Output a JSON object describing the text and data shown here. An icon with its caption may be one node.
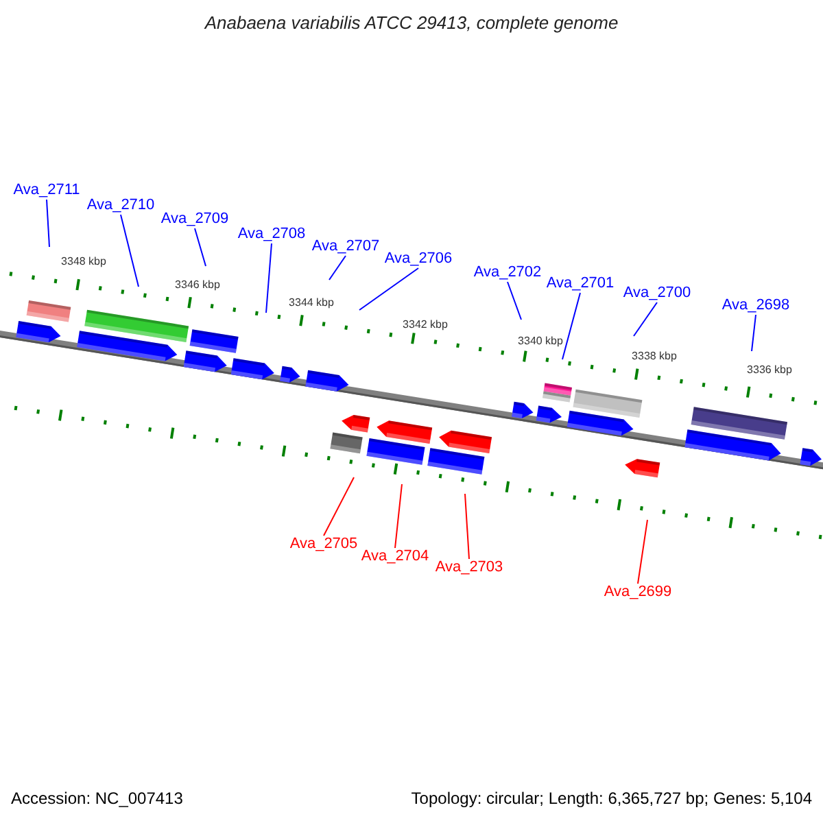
{
  "diagram": {
    "title": "Anabaena variabilis ATCC 29413, complete genome",
    "nodes": [
      {
        "text": [
          "Ava_2711"
        ]
      },
      {
        "text": [
          "Ava_2710"
        ]
      },
      {
        "text": [
          "Ava_2709"
        ]
      },
      {
        "text": [
          "Ava_2708"
        ]
      },
      {
        "text": [
          "Ava_2707"
        ]
      },
      {
        "text": [
          "Ava_2706"
        ]
      },
      {
        "text": [
          "Ava_2702"
        ]
      },
      {
        "text": [
          "Ava_2701"
        ]
      },
      {
        "text": [
          "Ava_2700"
        ]
      },
      {
        "text": [
          "Ava_2698"
        ]
      },
      {
        "text": [
          "Ava_2705"
        ]
      },
      {
        "text": [
          "Ava_2704"
        ]
      },
      {
        "text": [
          "Ava_2703"
        ]
      },
      {
        "text": [
          "Ava_2699"
        ]
      }
    ],
    "edges": [
      {
        "from": 0,
        "to": null,
        "arrow": "none"
      },
      {
        "from": 1,
        "to": null,
        "arrow": "none"
      },
      {
        "from": 2,
        "to": null,
        "arrow": "none"
      },
      {
        "from": 3,
        "to": null,
        "arrow": "none"
      },
      {
        "from": 4,
        "to": null,
        "arrow": "none"
      },
      {
        "from": 5,
        "to": null,
        "arrow": "none"
      },
      {
        "from": 6,
        "to": null,
        "arrow": "none"
      },
      {
        "from": 7,
        "to": null,
        "arrow": "none"
      },
      {
        "from": 8,
        "to": null,
        "arrow": "none"
      },
      {
        "from": 9,
        "to": null,
        "arrow": "none"
      },
      {
        "from": 10,
        "to": null,
        "arrow": "none",
        "color": "#ff0000"
      },
      {
        "from": 11,
        "to": null,
        "arrow": "none",
        "color": "#ff0000"
      },
      {
        "from": 12,
        "to": null,
        "arrow": "none",
        "color": "#ff0000"
      },
      {
        "from": 13,
        "to": null,
        "arrow": "none",
        "color": "#ff0000"
      }
    ],
    "labels": [
      "3348 kbp",
      "3346 kbp",
      "3344 kbp",
      "3342 kbp",
      "3340 kbp",
      "3338 kbp",
      "3336 kbp",
      "Accession: NC_007413",
      "Topology: circular; Length: 6,365,727 bp; Genes: 5,104"
    ]
  }
}
